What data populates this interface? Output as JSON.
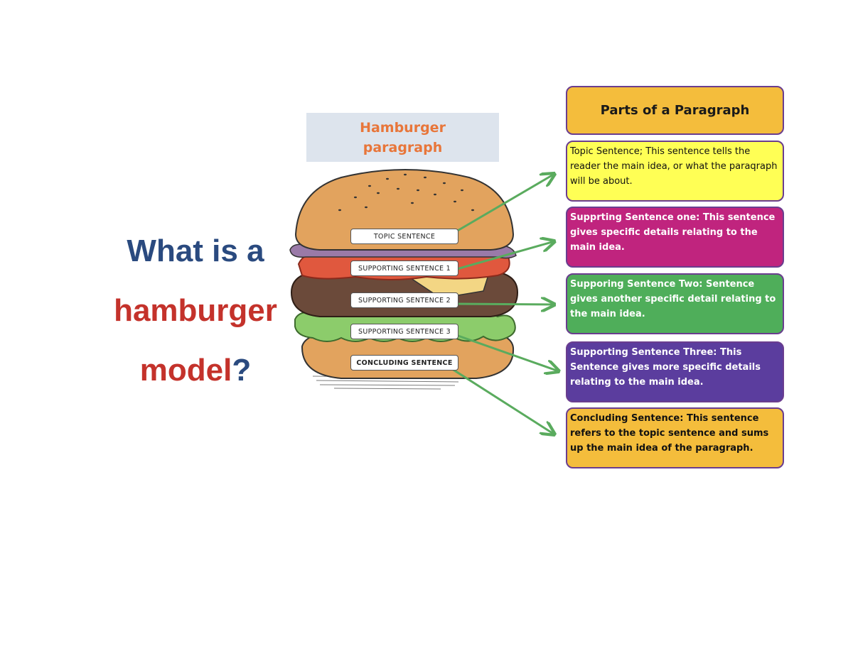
{
  "title": {
    "line1": "What is a",
    "line2": "hamburger",
    "line3_word": "model",
    "line3_mark": "?",
    "colors": {
      "blue": "#2a4a7f",
      "red": "#c4322b"
    }
  },
  "hamburger_label": {
    "line1": "Hamburger",
    "line2": "paragraph"
  },
  "layers": {
    "topic": "TOPIC SENTENCE",
    "support1": "SUPPORTING SENTENCE 1",
    "support2": "SUPPORTING SENTENCE  2",
    "support3": "SUPPORTING SENTENCE  3",
    "concluding": "CONCLUDING SENTENCE"
  },
  "boxes": {
    "header": "Parts of a Paragraph",
    "topic": "Topic Sentence; This sentence tells the reader the main idea, or what the paraqraph will be about.",
    "support1": "Supprting Sentence one: This sentence gives specific details relating to the main idea.",
    "support2": "Supporing Sentence Two: Sentence gives another specific detail relating to the main idea.",
    "support3": "Supporting Sentence Three: This Sentence gives more specific details relating to the main idea.",
    "concluding": "Concluding Sentence: This sentence refers to the topic sentence and sums up the main idea of the paragraph."
  },
  "colors": {
    "arrow": "#5aab5e",
    "header_box": "#f4bd3c",
    "topic_box": "#ffff55",
    "support1_box": "#c0247e",
    "support2_box": "#4fae5a",
    "support3_box": "#5b3d9e",
    "concluding_box": "#f4bd3c",
    "box_border": "#6a3d8f"
  }
}
